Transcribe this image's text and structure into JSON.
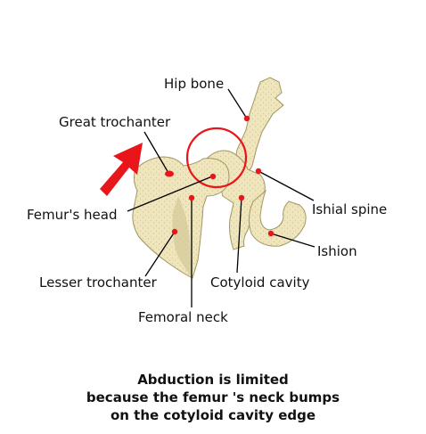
{
  "labels": {
    "hip_bone": "Hip bone",
    "great_trochanter": "Great trochanter",
    "femurs_head": "Femur's head",
    "ishial_spine": "Ishial spine",
    "ishion": "Ishion",
    "lesser_trochanter": "Lesser trochanter",
    "cotyloid_cavity": "Cotyloid cavity",
    "femoral_neck": "Femoral neck"
  },
  "caption": {
    "line1": "Abduction is limited",
    "line2": "because the femur 's neck bumps",
    "line3": "on the cotyloid cavity edge"
  },
  "colors": {
    "bone_fill": "#efe6be",
    "bone_shadow": "#c9bd8c",
    "marker_red": "#e8161b",
    "leader_line": "#000000"
  },
  "icons": {
    "arrow": "red-arrow-icon",
    "highlight": "red-circle-icon"
  }
}
